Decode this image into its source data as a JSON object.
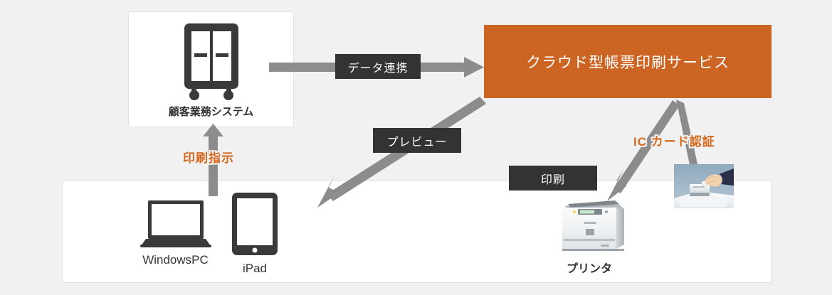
{
  "diagram": {
    "title": "クラウド型帳票印刷サービス 構成図",
    "background_color": "#f1f1f1",
    "accent_color": "#cc6524",
    "badge_color": "#333333",
    "arrow_color": "#8c8c8c"
  },
  "cloud_service": {
    "label": "クラウド型帳票印刷サービス",
    "fill": "#cc6524",
    "text_color": "#ffffff"
  },
  "system_panel": {
    "node": {
      "icon": "server-rack-icon",
      "caption": "顧客業務システム"
    }
  },
  "client_panel": {
    "nodes": [
      {
        "icon": "laptop-icon",
        "caption": "WindowsPC"
      },
      {
        "icon": "tablet-icon",
        "caption": "iPad"
      },
      {
        "icon": "printer-photo",
        "caption": "プリンタ"
      },
      {
        "icon": "ic-card-reader-photo",
        "caption": ""
      }
    ]
  },
  "badges": [
    {
      "id": "data-link",
      "label": "データ連携"
    },
    {
      "id": "preview",
      "label": "プレビュー"
    },
    {
      "id": "print",
      "label": "印刷"
    }
  ],
  "orange_labels": [
    {
      "id": "print-instruction",
      "label": "印刷指示",
      "color": "#d2691e"
    },
    {
      "id": "ic-auth",
      "label": "IC カード認証",
      "color": "#d2691e"
    }
  ],
  "flows": [
    {
      "from": "顧客業務システム",
      "to": "クラウド型帳票印刷サービス",
      "label": "データ連携",
      "direction": "right"
    },
    {
      "from": "クラウド型帳票印刷サービス",
      "to": "WindowsPC / iPad",
      "label": "プレビュー",
      "direction": "down-left"
    },
    {
      "from": "WindowsPC / iPad",
      "to": "顧客業務システム",
      "label": "印刷指示",
      "direction": "up"
    },
    {
      "from": "クラウド型帳票印刷サービス",
      "to": "プリンタ",
      "label": "印刷",
      "direction": "down-left"
    },
    {
      "from": "IC カードリーダー",
      "to": "クラウド型帳票印刷サービス",
      "label": "IC カード認証",
      "direction": "up-right"
    }
  ]
}
